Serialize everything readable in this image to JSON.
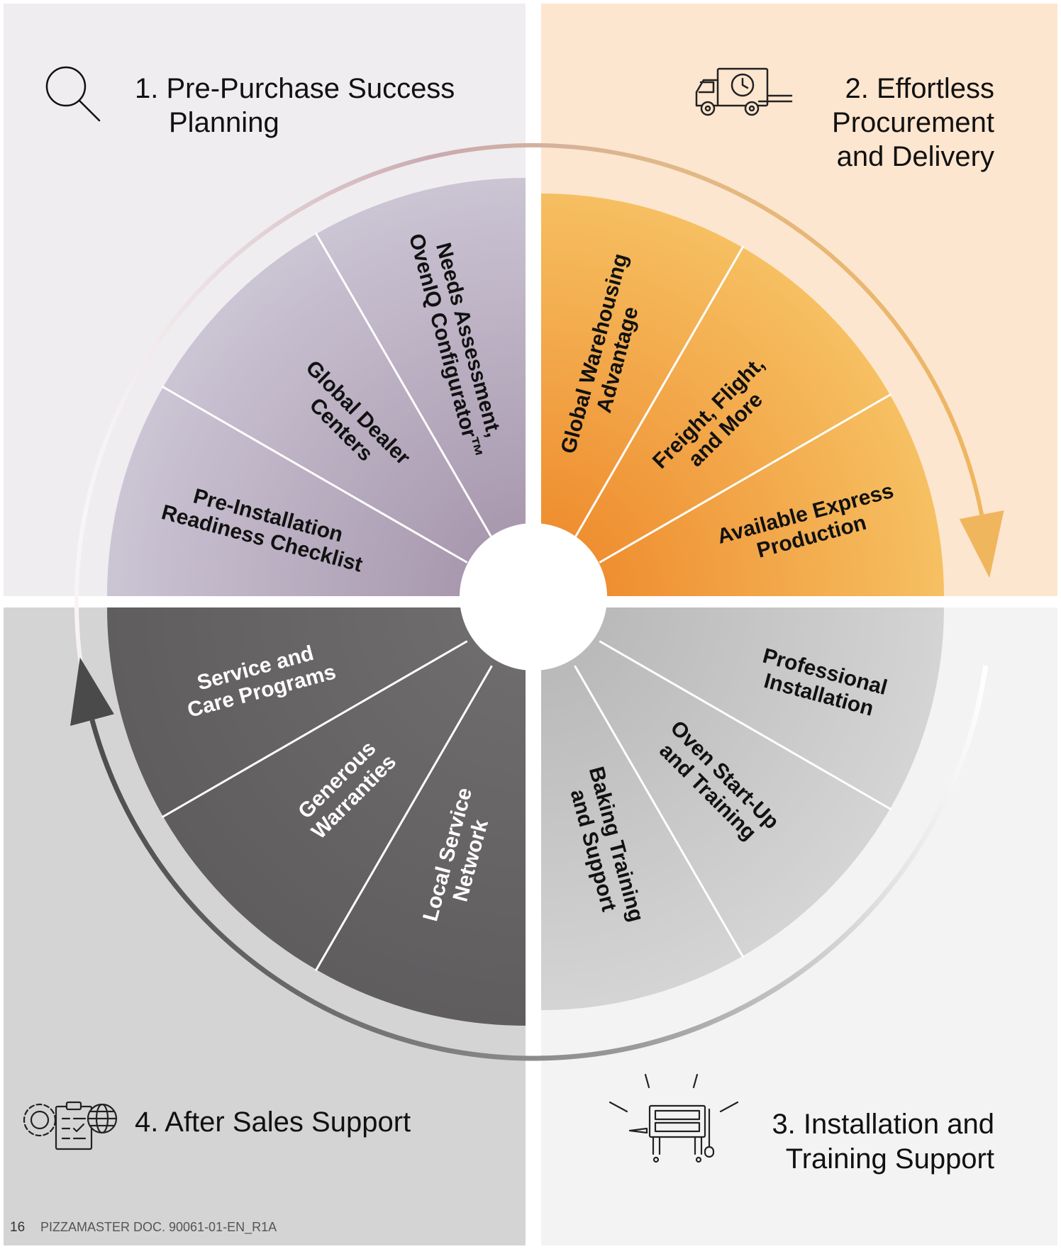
{
  "quadrants": [
    {
      "title_lines": [
        "1. Pre-Purchase  Success",
        "Planning"
      ],
      "icon": "magnifier-icon",
      "background": "#efedf0"
    },
    {
      "title_lines": [
        "2. Effortless",
        "Procurement",
        "and Delivery"
      ],
      "icon": "delivery-truck-icon",
      "background": "#fde6cf"
    },
    {
      "title_lines": [
        "3. Installation and",
        "Training Support"
      ],
      "icon": "oven-installation-icon",
      "background": "#f3f3f3"
    },
    {
      "title_lines": [
        "4. After Sales Support"
      ],
      "icon": "service-gear-clipboard-globe-icon",
      "background": "#d4d4d4"
    }
  ],
  "segments": [
    {
      "lines": [
        "Needs Assessment,",
        "OvenIQ Configurator™"
      ],
      "text_color": "#111111"
    },
    {
      "lines": [
        "Global Dealer",
        "Centers"
      ],
      "text_color": "#111111"
    },
    {
      "lines": [
        "Pre-Installation",
        "Readiness Checklist"
      ],
      "text_color": "#111111"
    },
    {
      "lines": [
        "Global Warehousing",
        "Advantage"
      ],
      "text_color": "#111111"
    },
    {
      "lines": [
        "Freight, Flight,",
        "and More"
      ],
      "text_color": "#111111"
    },
    {
      "lines": [
        "Available Express",
        "Production"
      ],
      "text_color": "#111111"
    },
    {
      "lines": [
        "Professional",
        "Installation"
      ],
      "text_color": "#111111"
    },
    {
      "lines": [
        "Oven Start-Up",
        "and Training"
      ],
      "text_color": "#111111"
    },
    {
      "lines": [
        "Baking Training",
        "and Support"
      ],
      "text_color": "#111111"
    },
    {
      "lines": [
        "Service and",
        "Care Programs"
      ],
      "text_color": "#ffffff"
    },
    {
      "lines": [
        "Generous",
        "Warranties"
      ],
      "text_color": "#ffffff"
    },
    {
      "lines": [
        "Local Service",
        "Network"
      ],
      "text_color": "#ffffff"
    }
  ],
  "colors": {
    "purple_light": "#cbc5d4",
    "purple_dark": "#a695ac",
    "orange_light": "#f6c264",
    "orange_dark": "#ee8a2c",
    "gray_light_outer": "#d5d5d6",
    "gray_light_inner": "#b7b7b8",
    "gray_dark_outer": "#5f5d5e",
    "gray_dark_inner": "#6f6d6e",
    "arrow_top": "#f0b65e",
    "arrow_bottom": "#4a4a4a"
  },
  "footer": {
    "page_number": "16",
    "doc_code": "PIZZAMASTER DOC. 90061-01-EN_R1A"
  }
}
